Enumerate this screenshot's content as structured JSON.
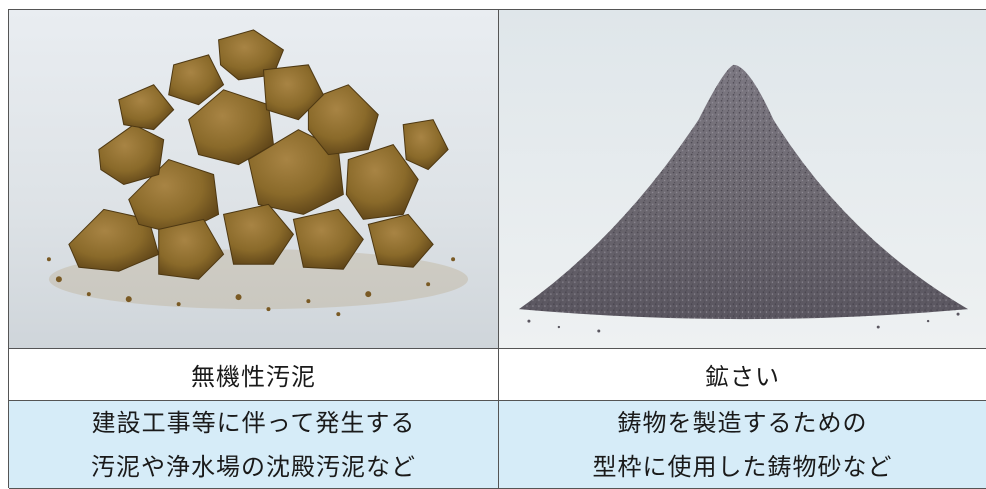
{
  "items": [
    {
      "name": "無機性汚泥",
      "description": [
        "建設工事等に伴って発生する",
        "汚泥や浄水場の沈殿汚泥など"
      ],
      "photo": "brown-sludge-pile",
      "color": "#8a6a2a"
    },
    {
      "name": "鉱さい",
      "description": [
        "鋳物を製造するための",
        "型枠に使用した鋳物砂など"
      ],
      "photo": "gray-sand-pile",
      "color": "#6e6a72"
    }
  ]
}
